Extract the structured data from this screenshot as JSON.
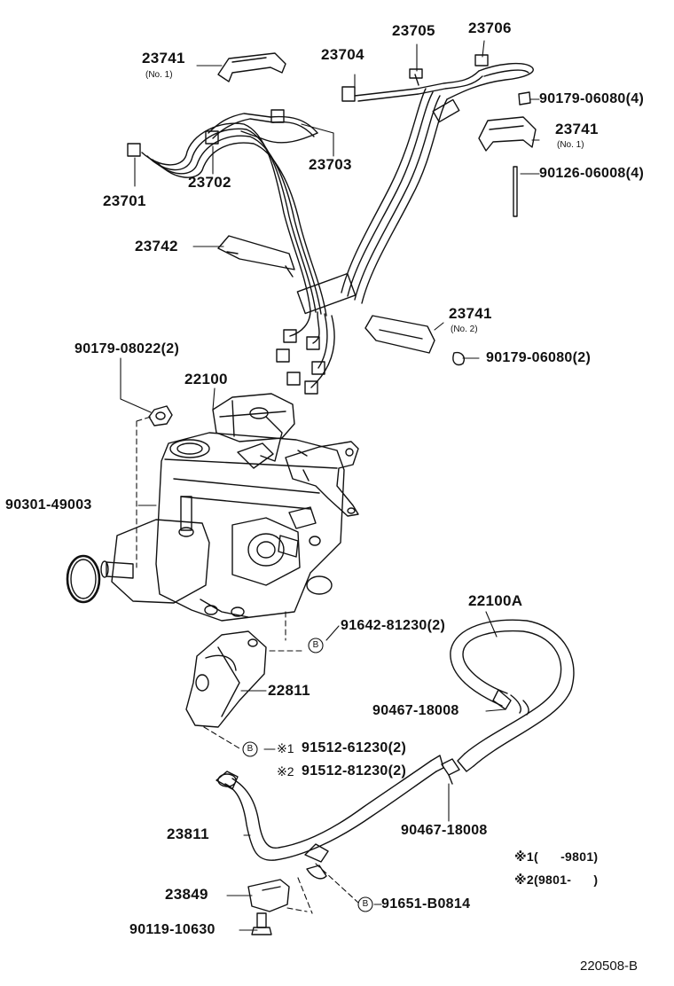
{
  "labels": {
    "p23741_a": "23741",
    "p23741_a_sub": "(No. 1)",
    "p23704": "23704",
    "p23705": "23705",
    "p23706": "23706",
    "p90179_06080_4": "90179-06080(4)",
    "p23741_b": "23741",
    "p23741_b_sub": "(No. 1)",
    "p90126_06008_4": "90126-06008(4)",
    "p23701": "23701",
    "p23702": "23702",
    "p23703": "23703",
    "p23742": "23742",
    "p23741_c": "23741",
    "p23741_c_sub": "(No. 2)",
    "p90179_06080_2": "90179-06080(2)",
    "p90179_08022_2": "90179-08022(2)",
    "p22100": "22100",
    "p90301_49003": "90301-49003",
    "p22100A": "22100A",
    "p91642_81230_2": "91642-81230(2)",
    "p22811": "22811",
    "p90467_18008_a": "90467-18008",
    "p91512_61230_2": "91512-61230(2)",
    "p91512_81230_2": "91512-81230(2)",
    "mark1": "※1",
    "mark2": "※2",
    "p90467_18008_b": "90467-18008",
    "p23811": "23811",
    "note1": "※1(      -9801)",
    "note2": "※2(9801-      )",
    "p23849": "23849",
    "p91651_B0814": "91651-B0814",
    "p90119_10630": "90119-10630",
    "bolt_mark": "B",
    "diagram_code": "220508-B"
  }
}
